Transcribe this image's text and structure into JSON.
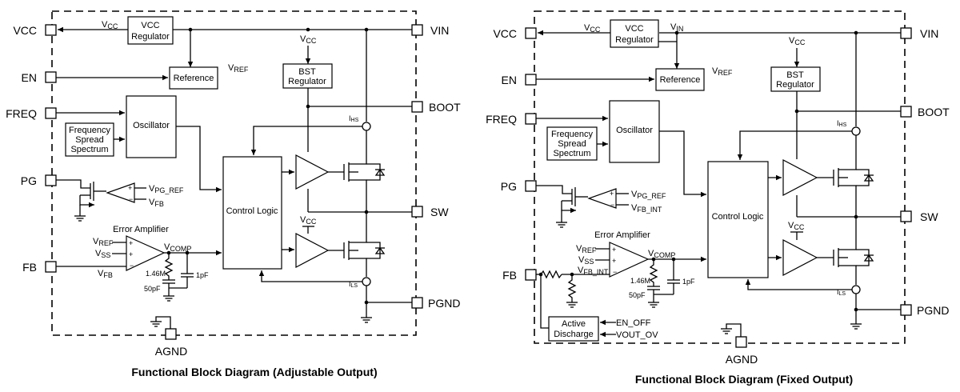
{
  "diagrams": [
    {
      "caption": "Functional Block Diagram (Adjustable Output)",
      "pins": {
        "vcc": "VCC",
        "en": "EN",
        "freq": "FREQ",
        "pg": "PG",
        "fb": "FB",
        "vin": "VIN",
        "boot": "BOOT",
        "sw": "SW",
        "pgnd": "PGND",
        "agnd": "AGND"
      },
      "blocks": {
        "vcc_reg_1": "VCC",
        "vcc_reg_2": "Regulator",
        "reference": "Reference",
        "oscillator": "Oscillator",
        "fss_1": "Frequency",
        "fss_2": "Spread",
        "fss_3": "Spectrum",
        "bst_1": "BST",
        "bst_2": "Regulator",
        "control": "Control Logic",
        "error_amp": "Error Amplifier"
      },
      "signals": {
        "vcc_v": "V",
        "vcc_sub": "CC",
        "vref_v": "V",
        "vref_sub": "REF",
        "bst_vcc_v": "V",
        "bst_vcc_sub": "CC",
        "ls_vcc_v": "V",
        "ls_vcc_sub": "CC",
        "ihs": "I",
        "ihs_sub": "HS",
        "ils": "I",
        "ils_sub": "LS",
        "pg_ref_v": "V",
        "pg_ref_sub": "PG_REF",
        "pg_fb_v": "V",
        "pg_fb_sub": "FB",
        "ea_vref_v": "V",
        "ea_vref_sub": "REF",
        "ea_vss_v": "V",
        "ea_vss_sub": "SS",
        "ea_vfb_v": "V",
        "ea_vfb_sub": "FB",
        "ea_fb_v": "V",
        "ea_fb_sub": "FB",
        "vcomp_v": "V",
        "vcomp_sub": "COMP",
        "res": "1.46M",
        "cap1": "50pF",
        "cap2": "1pF"
      }
    },
    {
      "caption": "Functional Block Diagram (Fixed Output)",
      "pins": {
        "vcc": "VCC",
        "en": "EN",
        "freq": "FREQ",
        "pg": "PG",
        "fb": "FB",
        "vin": "VIN",
        "boot": "BOOT",
        "sw": "SW",
        "pgnd": "PGND",
        "agnd": "AGND"
      },
      "blocks": {
        "vcc_reg_1": "VCC",
        "vcc_reg_2": "Regulator",
        "reference": "Reference",
        "oscillator": "Oscillator",
        "fss_1": "Frequency",
        "fss_2": "Spread",
        "fss_3": "Spectrum",
        "bst_1": "BST",
        "bst_2": "Regulator",
        "control": "Control Logic",
        "error_amp": "Error Amplifier",
        "active_1": "Active",
        "active_2": "Discharge"
      },
      "signals": {
        "vcc_v": "V",
        "vcc_sub": "CC",
        "vin_v": "V",
        "vin_sub": "IN",
        "vref_v": "V",
        "vref_sub": "REF",
        "bst_vcc_v": "V",
        "bst_vcc_sub": "CC",
        "ls_vcc_v": "V",
        "ls_vcc_sub": "CC",
        "ihs": "I",
        "ihs_sub": "HS",
        "ils": "I",
        "ils_sub": "LS",
        "pg_ref_v": "V",
        "pg_ref_sub": "PG_REF",
        "pg_fb_v": "V",
        "pg_fb_sub": "FB_INT",
        "ea_vref_v": "V",
        "ea_vref_sub": "REF",
        "ea_vss_v": "V",
        "ea_vss_sub": "SS",
        "ea_vfb_v": "V",
        "ea_vfb_sub": "FB_INT",
        "vcomp_v": "V",
        "vcomp_sub": "COMP",
        "res": "1.46M",
        "cap1": "50pF",
        "cap2": "1pF",
        "en_off": "EN_OFF",
        "vout_ov": "VOUT_OV"
      }
    }
  ]
}
